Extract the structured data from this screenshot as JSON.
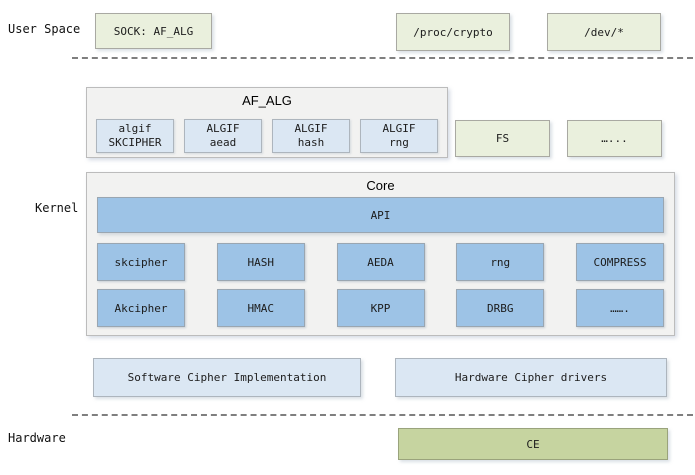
{
  "layers": {
    "user_space_label": "User Space",
    "kernel_label": "Kernel",
    "hardware_label": "Hardware"
  },
  "user_space": {
    "sock_box": "SOCK: AF_ALG",
    "proc_crypto_box": "/proc/crypto",
    "dev_box": "/dev/*"
  },
  "kernel": {
    "af_alg": {
      "title": "AF_ALG",
      "modules": [
        {
          "line1": "algif",
          "line2": "SKCIPHER"
        },
        {
          "line1": "ALGIF",
          "line2": "aead"
        },
        {
          "line1": "ALGIF",
          "line2": "hash"
        },
        {
          "line1": "ALGIF",
          "line2": "rng"
        }
      ]
    },
    "fs_box": "FS",
    "fs_more_box": "…...",
    "core": {
      "title": "Core",
      "api_bar": "API",
      "row1": [
        "skcipher",
        "HASH",
        "AEDA",
        "rng",
        "COMPRESS"
      ],
      "row2": [
        "Akcipher",
        "HMAC",
        "KPP",
        "DRBG",
        "……."
      ]
    },
    "software_cipher_box": "Software Cipher Implementation",
    "hardware_drivers_box": "Hardware Cipher drivers"
  },
  "hardware": {
    "ce_box": "CE"
  },
  "colors": {
    "light_green": "#eaf0dd",
    "green": "#c6d4a0",
    "blue": "#9dc3e6",
    "pale_blue": "#dbe7f3",
    "panel_gray": "#f2f2f1",
    "dash_gray": "#7f7f7f"
  }
}
